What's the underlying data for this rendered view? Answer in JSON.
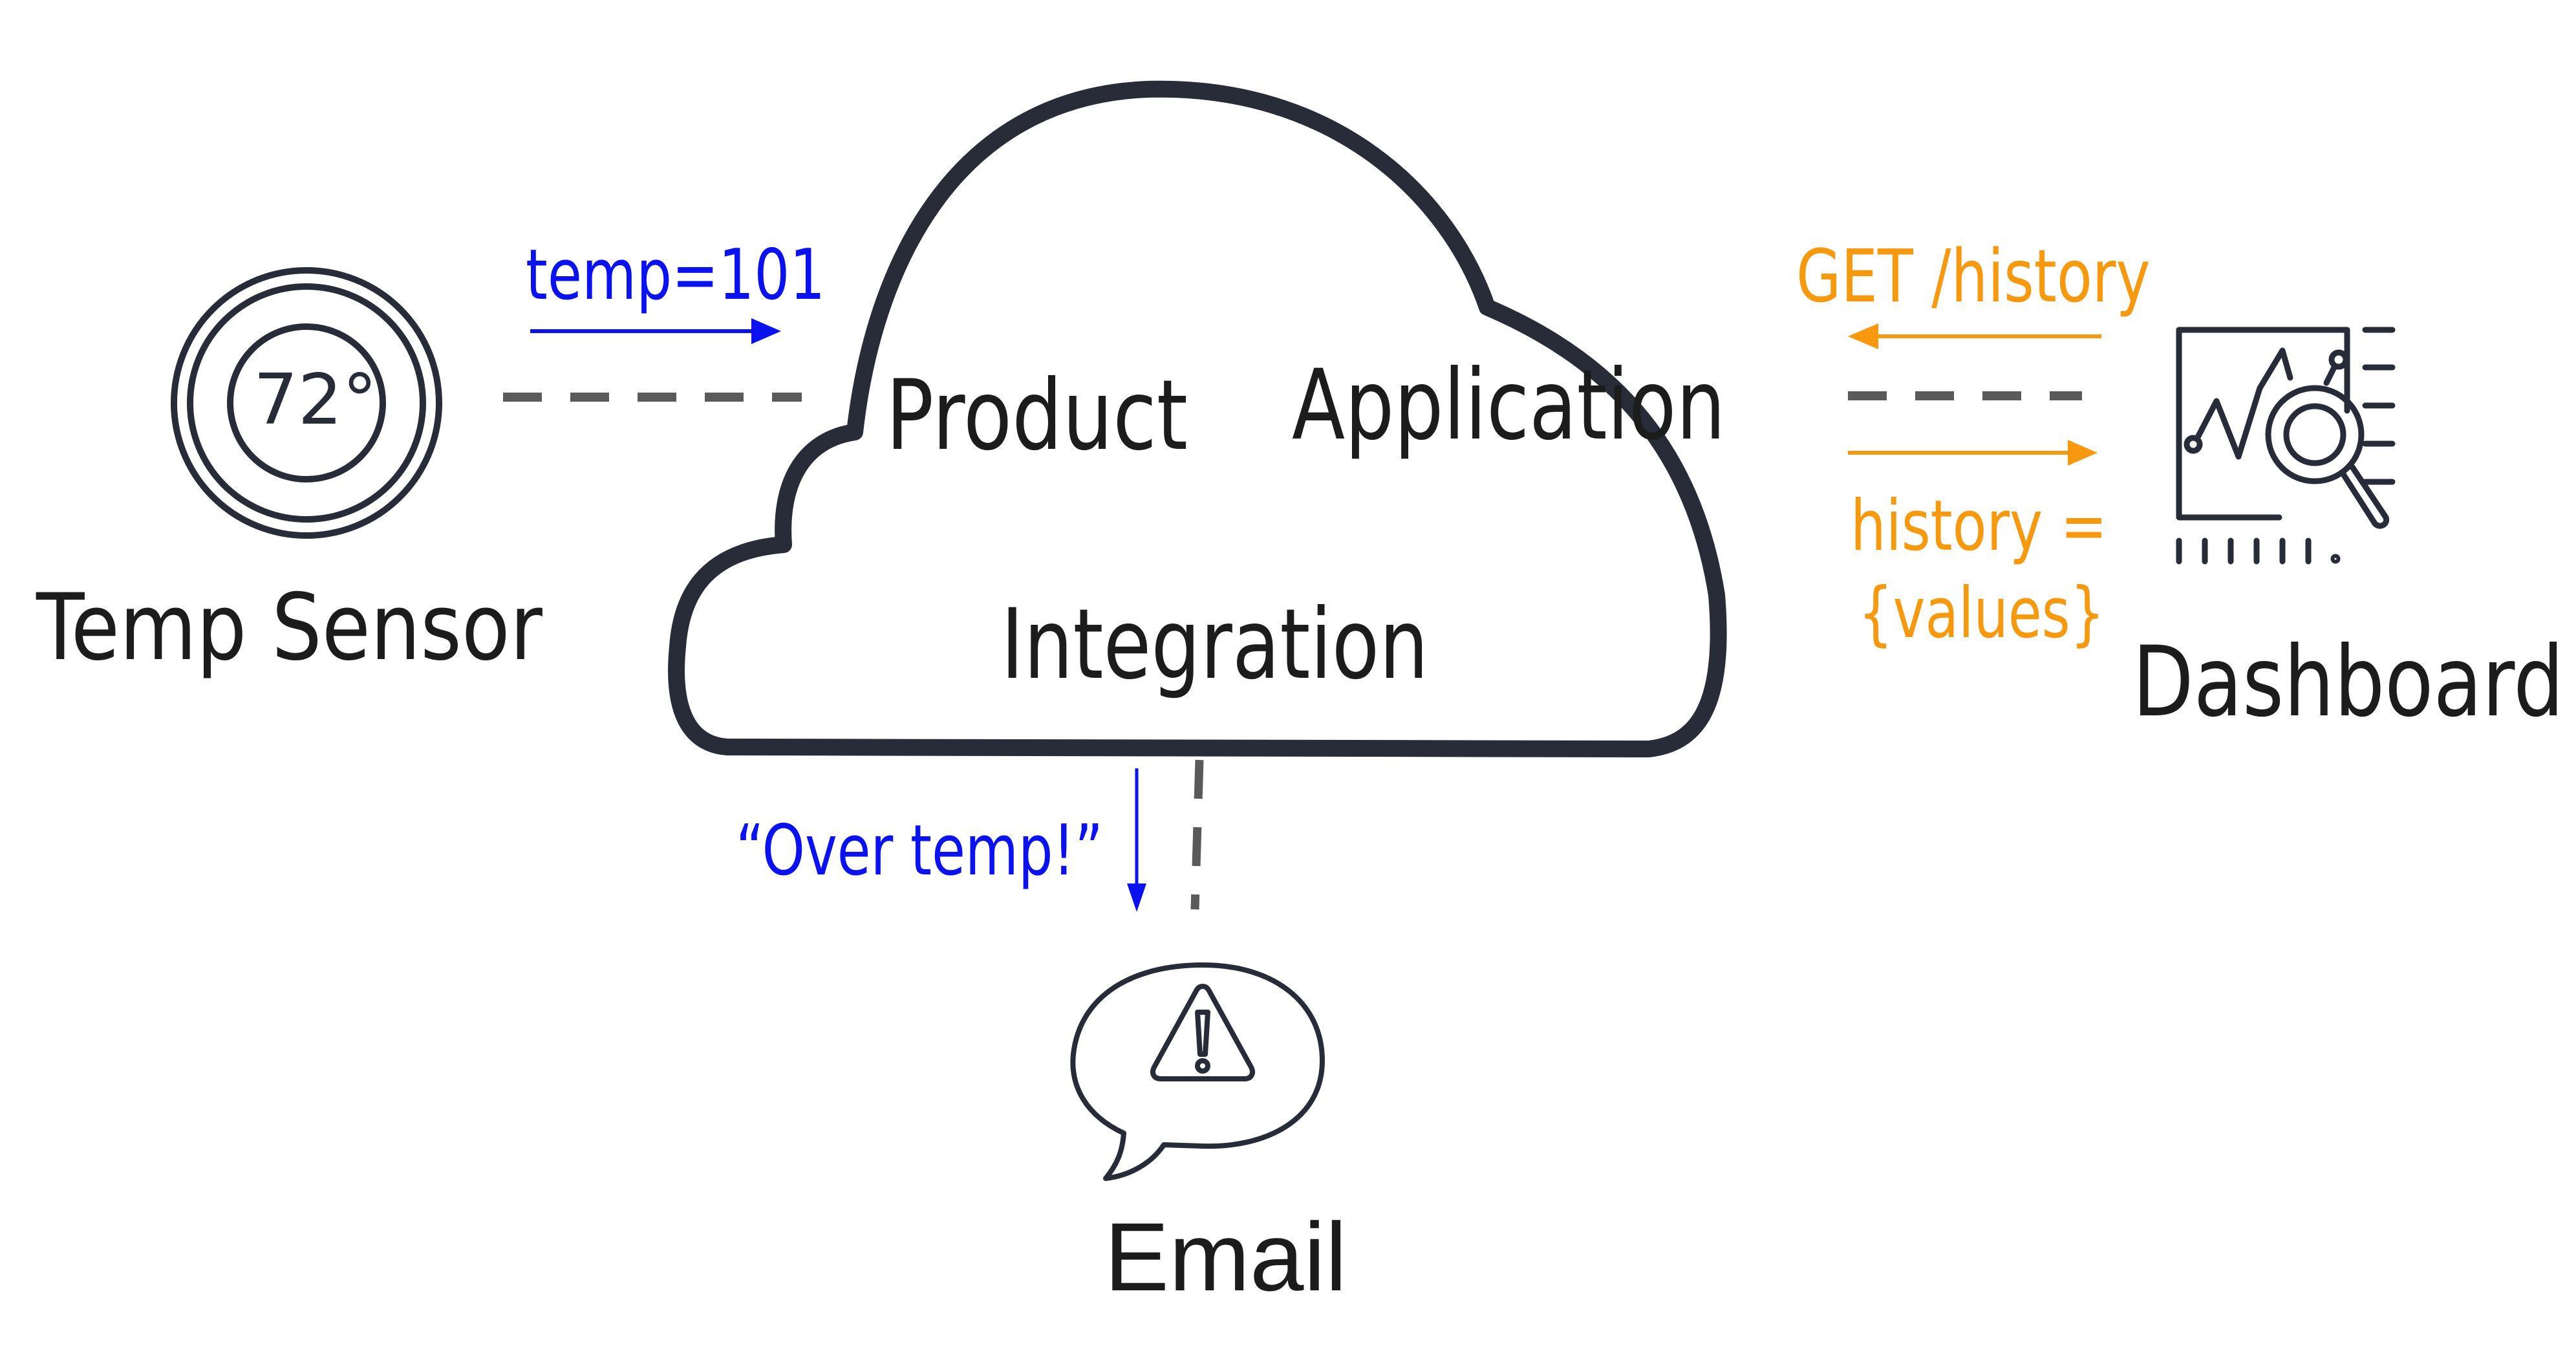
{
  "colors": {
    "stroke": "#272c38",
    "text": "#111111",
    "blue": "#0a12f0",
    "orange": "#f7990f",
    "dashed": "#5a5a5a",
    "background": "#ffffff"
  },
  "nodes": {
    "sensor": {
      "label": "Temp Sensor",
      "icon": "thermostat-icon",
      "display": "72°"
    },
    "cloud": {
      "words": [
        "Product",
        "Application",
        "Integration"
      ],
      "icon": "cloud-icon"
    },
    "dashboard": {
      "label": "Dashboard",
      "icon": "dashboard-chart-magnifier-icon"
    },
    "email": {
      "label": "Email",
      "icon": "alert-speech-bubble-icon"
    }
  },
  "flows": {
    "sensor_to_cloud": {
      "label": "temp=101",
      "color": "blue",
      "direction": "right"
    },
    "cloud_to_email": {
      "label": "“Over temp!”",
      "color": "blue",
      "direction": "down"
    },
    "dashboard_request": {
      "label": "GET /history",
      "color": "orange",
      "direction": "left"
    },
    "dashboard_response": {
      "label_line1": "history =",
      "label_line2": "{values}",
      "color": "orange",
      "direction": "right"
    }
  }
}
